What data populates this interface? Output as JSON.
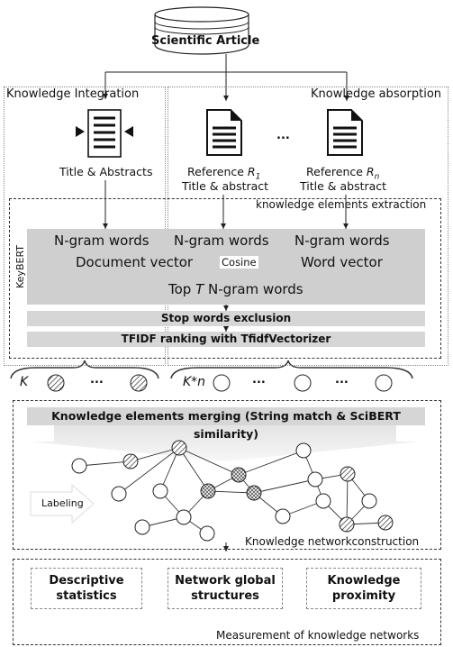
{
  "title": "Scientific Article",
  "sections": {
    "integration": "Knowledge Integration",
    "absorption": "Knowledge absorption",
    "extraction": "knowledge elements extraction",
    "network": "Knowledge networkconstruction",
    "measurement": "Measurement of knowledge networks"
  },
  "documents": {
    "integration_label": "Title & Abstracts",
    "ref1_prefix": "Reference ",
    "ref1_var": "R",
    "ref1_sub": "1",
    "refn_prefix": "Reference ",
    "refn_var": "R",
    "refn_sub": "n",
    "ref_sublabel": "Title & abstract",
    "ellipsis": "..."
  },
  "keybert": {
    "label": "KeyBERT",
    "ngram1": "N-gram words",
    "ngram2": "N-gram words",
    "ngram3": "N-gram words",
    "doc_vector": "Document vector",
    "word_vector": "Word vector",
    "cosine": "Cosine",
    "top_prefix": "Top ",
    "top_var": "T",
    "top_suffix": " N-gram words"
  },
  "bars": {
    "stop_words": "Stop words exclusion",
    "tfidf": "TFIDF ranking with TfidfVectorizer"
  },
  "elements": {
    "k_label": "K",
    "kn_label": "K*n",
    "ellipsis": "..."
  },
  "merge_bar": "Knowledge elements merging (String match & SciBERT similarity)",
  "labeling": "Labeling",
  "measures": [
    "Descriptive statistics",
    "Network global structures",
    "Knowledge proximity"
  ]
}
